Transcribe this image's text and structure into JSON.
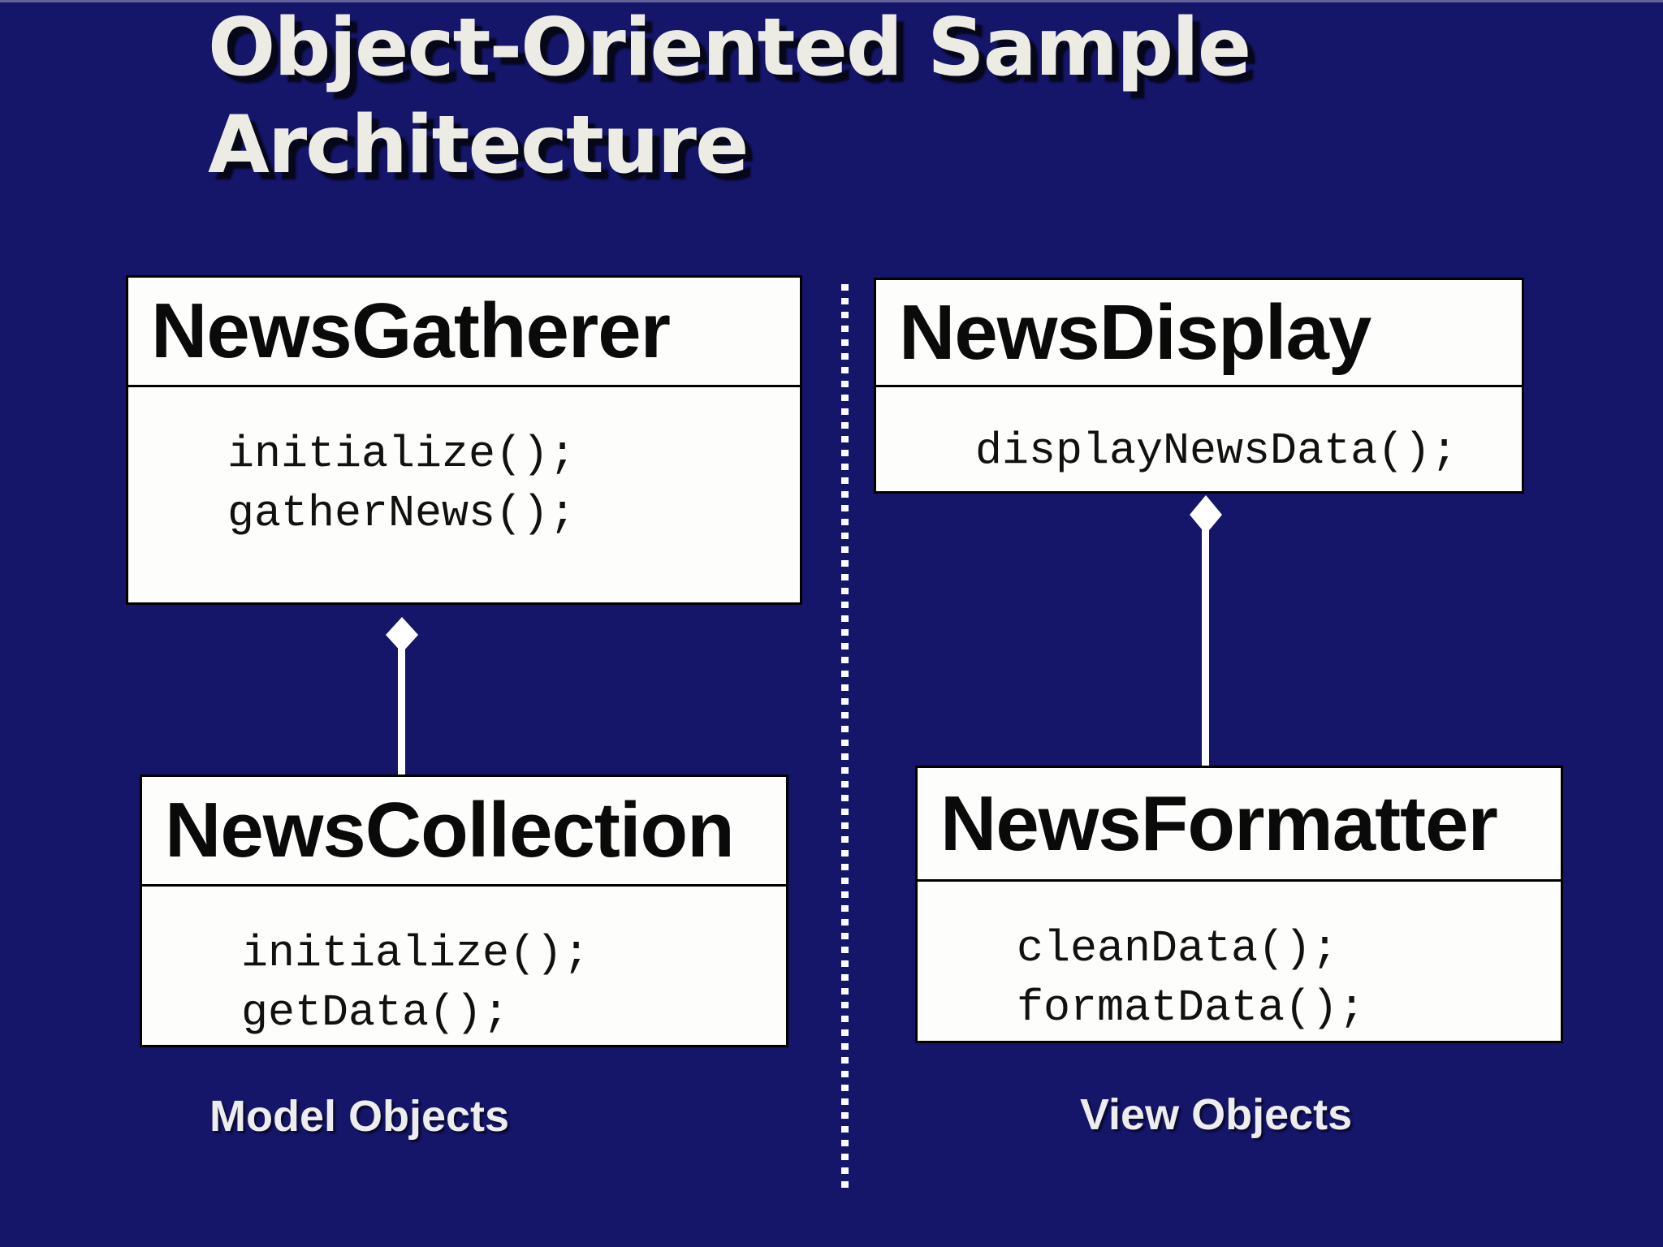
{
  "slide": {
    "title": "Object-Oriented Sample Architecture",
    "background_color": "#15156a",
    "title_color": "#ecece4",
    "label_color": "#ededed"
  },
  "diagram": {
    "model_label": "Model Objects",
    "view_label": "View Objects",
    "boxes": [
      {
        "name": "NewsGatherer",
        "methods": [
          "initialize();",
          "gatherNews();"
        ]
      },
      {
        "name": "NewsCollection",
        "methods": [
          "initialize();",
          "getData();"
        ]
      },
      {
        "name": "NewsDisplay",
        "methods": [
          "displayNewsData();"
        ]
      },
      {
        "name": "NewsFormatter",
        "methods": [
          "cleanData();",
          "formatData();"
        ]
      }
    ],
    "connectors": [
      {
        "type": "aggregation",
        "from": "NewsCollection",
        "to": "NewsGatherer"
      },
      {
        "type": "aggregation",
        "from": "NewsFormatter",
        "to": "NewsDisplay"
      }
    ],
    "colors": {
      "box_fill": "#fdfdfc",
      "box_border": "#000000",
      "connector": "#ffffff",
      "divider_dots": "#ffffff"
    }
  }
}
